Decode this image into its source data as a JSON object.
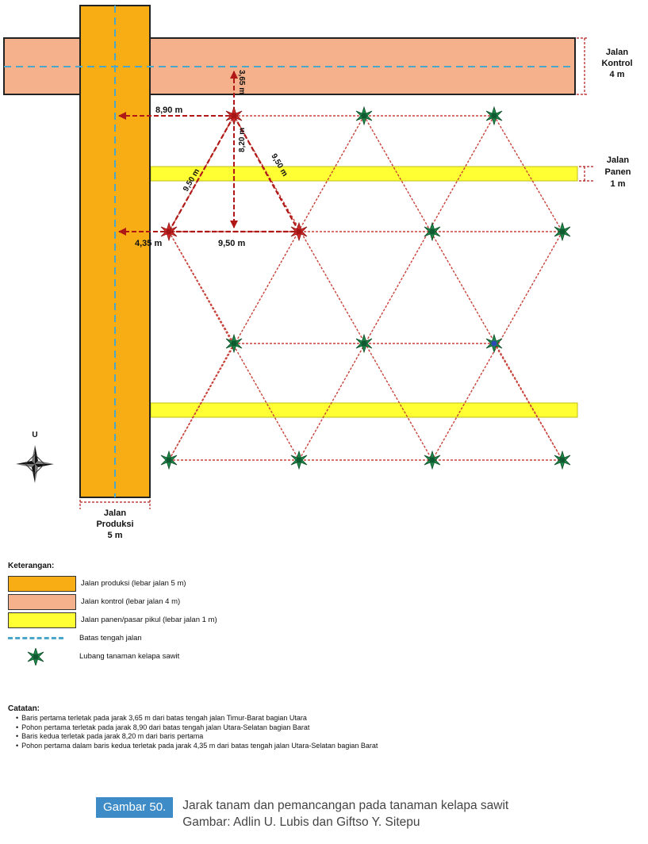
{
  "diagram": {
    "road_labels": {
      "kontrol": [
        "Jalan",
        "Kontrol",
        "4 m"
      ],
      "panen": [
        "Jalan",
        "Panen",
        "1 m"
      ],
      "produksi": [
        "Jalan",
        "Produksi",
        "5 m"
      ]
    },
    "measurements": {
      "dist_890": "8,90 m",
      "dist_365": "3,65 m",
      "dist_950_left": "9,50 m",
      "dist_820": "8,20 m",
      "dist_950_right": "9,50 m",
      "dist_435": "4,35 m",
      "dist_950_bottom": "9,50 m"
    },
    "compass_north": "U",
    "colors": {
      "produksi": "#f7ad13",
      "kontrol": "#f5b08c",
      "panen": "#ffff33",
      "centerline": "#4aa7c9",
      "triangle": "#c8423a",
      "plant": "#1a7a3a",
      "plant_first": "#d42a2a"
    }
  },
  "legend": {
    "title": "Keterangan:",
    "items": [
      {
        "label": "Jalan produksi (lebar jalan 5 m)"
      },
      {
        "label": "Jalan kontrol (lebar jalan 4 m)"
      },
      {
        "label": "Jalan panen/pasar pikul (lebar jalan 1 m)"
      },
      {
        "label": "Batas tengah jalan"
      },
      {
        "label": "Lubang tanaman kelapa sawit"
      }
    ]
  },
  "notes": {
    "title": "Catatan:",
    "items": [
      "Baris pertama terletak pada jarak 3,65 m dari batas tengah jalan Timur-Barat bagian Utara",
      "Pohon pertama terletak pada jarak 8,90 dari batas tengah jalan Utara-Selatan bagian Barat",
      "Baris kedua terletak pada jarak 8,20 m dari baris pertama",
      "Pohon pertama dalam baris kedua terletak pada jarak 4,35 m dari batas tengah jalan Utara-Selatan bagian Barat"
    ]
  },
  "caption": {
    "label": "Gambar 50.",
    "line1": "Jarak tanam dan pemancangan pada tanaman kelapa sawit",
    "line2": "Gambar: Adlin U. Lubis dan Giftso Y. Sitepu"
  }
}
